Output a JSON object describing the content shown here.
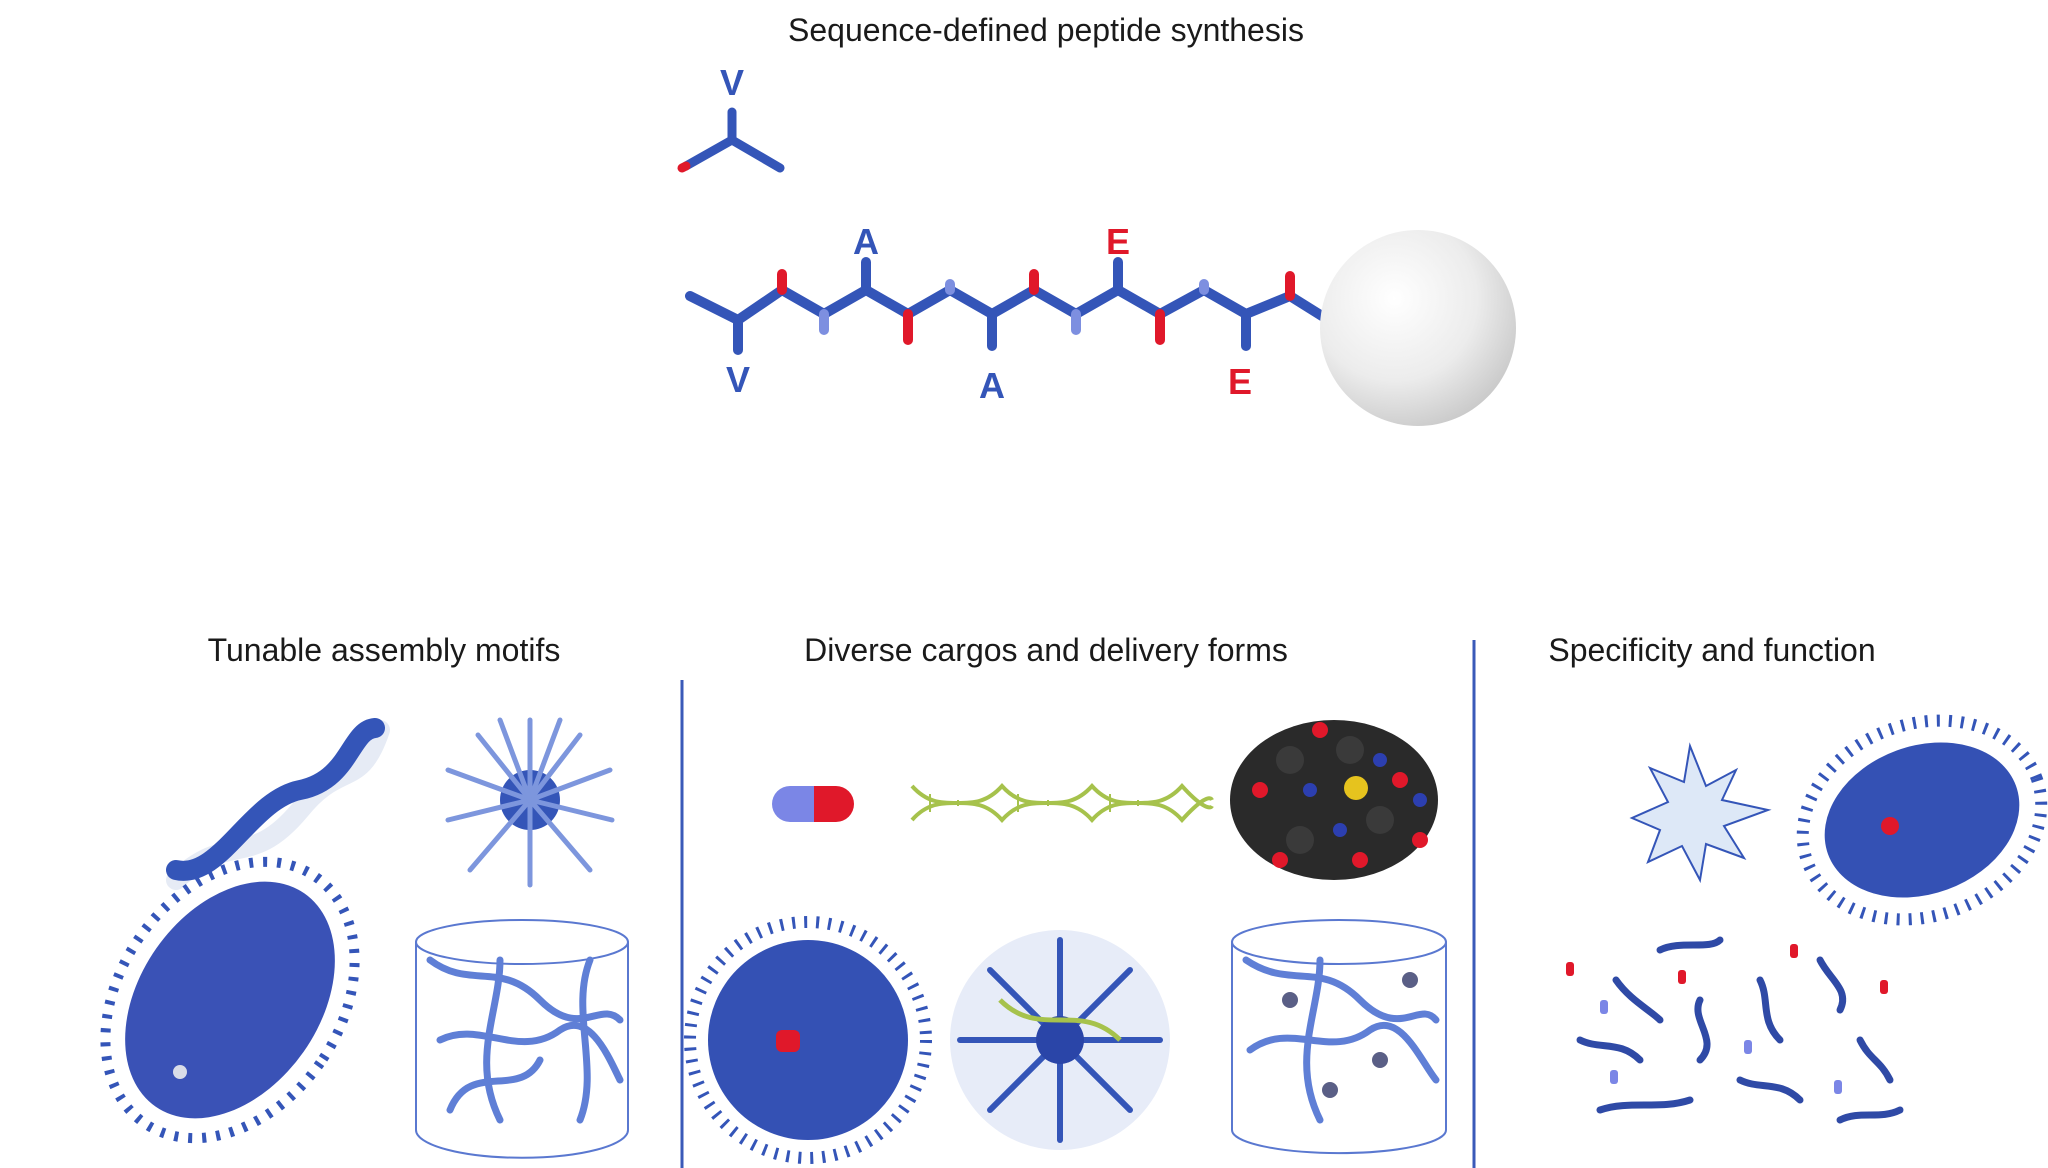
{
  "headings": {
    "top": "Sequence-defined peptide synthesis",
    "left": "Tunable assembly motifs",
    "middle": "Diverse cargos and delivery forms",
    "right": "Specificity and function"
  },
  "residues": {
    "free": "V",
    "chain_top": [
      "A",
      "E"
    ],
    "chain_bottom": [
      "V",
      "A",
      "E"
    ]
  },
  "colors": {
    "blue": "#3455b8",
    "red": "#e0182a",
    "light_blue": "#7d8fe0",
    "divider": "#3a5ab8"
  }
}
